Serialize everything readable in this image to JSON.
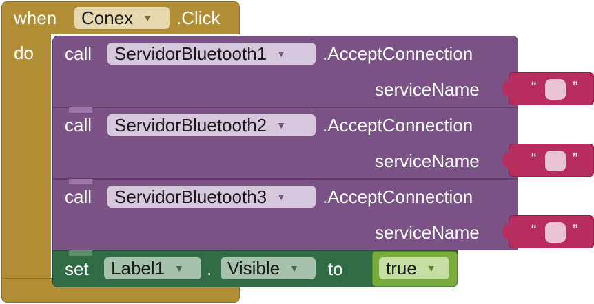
{
  "event": {
    "when_label": "when",
    "component": "Conex",
    "event_name": ".Click",
    "do_label": "do"
  },
  "calls": [
    {
      "call_label": "call",
      "component": "ServidorBluetooth1",
      "method": ".AcceptConnection",
      "param": "serviceName"
    },
    {
      "call_label": "call",
      "component": "ServidorBluetooth2",
      "method": ".AcceptConnection",
      "param": "serviceName"
    },
    {
      "call_label": "call",
      "component": "ServidorBluetooth3",
      "method": ".AcceptConnection",
      "param": "serviceName"
    }
  ],
  "text_value": {
    "open_quote": "“",
    "close_quote": "”"
  },
  "set": {
    "set_label": "set",
    "component": "Label1",
    "dot": ".",
    "property": "Visible",
    "to_label": "to",
    "value": "true"
  },
  "colors": {
    "event": "#b18e35",
    "procedure_call": "#7a5285",
    "text": "#b72d5e",
    "setter": "#2f6b45",
    "logic": "#77ab3a"
  },
  "icons": {
    "dropdown": "triangle-down-icon"
  }
}
